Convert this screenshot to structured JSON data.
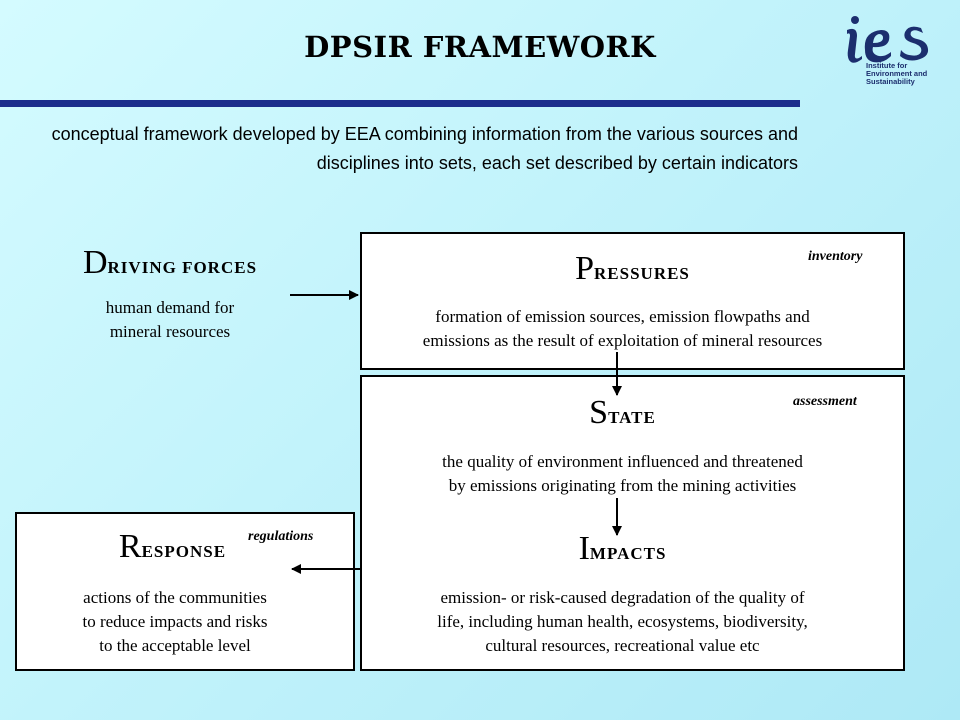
{
  "title": "DPSIR FRAMEWORK",
  "intro": "conceptual framework developed by EEA combining information from the various sources and disciplines into sets, each set described by certain indicators",
  "logo": {
    "mark": "ies",
    "lines": [
      "Institute for",
      "Environment and",
      "Sustainability"
    ],
    "color": "#1c2e6e"
  },
  "colors": {
    "rule": "#1c2e8c",
    "background": "#c6f4fb",
    "box": "#ffffff"
  },
  "driving_forces": {
    "cap": "D",
    "rest": "RIVING FORCES",
    "desc_lines": [
      "human demand for",
      "mineral resources"
    ]
  },
  "pressures": {
    "cap": "P",
    "rest": "RESSURES",
    "tag": "inventory",
    "desc_lines": [
      "formation of emission sources, emission flowpaths and",
      "emissions as the result of exploitation of mineral resources"
    ]
  },
  "state": {
    "cap": "S",
    "rest": "TATE",
    "tag": "assessment",
    "desc_lines": [
      "the quality of environment influenced and threatened",
      "by emissions originating from the mining activities"
    ]
  },
  "impacts": {
    "cap": "I",
    "rest": "MPACTS",
    "desc_lines": [
      "emission- or risk-caused degradation of the quality of",
      "life, including human health, ecosystems, biodiversity,",
      "cultural resources, recreational value etc"
    ]
  },
  "response": {
    "cap": "R",
    "rest": "ESPONSE",
    "tag": "regulations",
    "desc_lines": [
      "actions of the communities",
      "to reduce impacts and risks",
      "to the acceptable level"
    ]
  }
}
